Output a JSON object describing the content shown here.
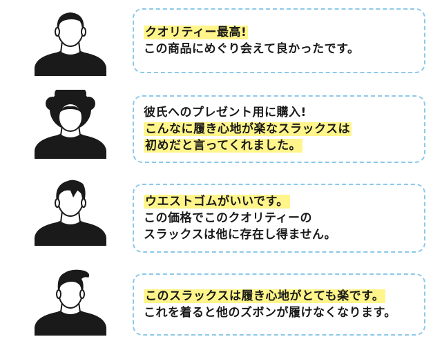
{
  "reviews": [
    {
      "lines": [
        {
          "text": "クオリティー最高!",
          "highlight": true
        },
        {
          "text": "この商品にめぐり会えて良かったです。",
          "highlight": false
        }
      ]
    },
    {
      "lines": [
        {
          "text": "彼氏へのプレゼント用に購入!",
          "highlight": false
        },
        {
          "text": "こんなに履き心地が楽なスラックスは",
          "highlight": true
        },
        {
          "text": "初めだと言ってくれました。",
          "highlight": true
        }
      ]
    },
    {
      "lines": [
        {
          "text": "ウエストゴムがいいです。",
          "highlight": true
        },
        {
          "text": "この価格でこのクオリティーの",
          "highlight": false
        },
        {
          "text": "スラックスは他に存在し得ません。",
          "highlight": false
        }
      ]
    },
    {
      "lines": [
        {
          "text": "このスラックスは履き心地がとても楽です。",
          "highlight": true
        },
        {
          "text": "これを着ると他のズボンが履けなくなります。",
          "highlight": false
        }
      ]
    }
  ],
  "colors": {
    "bubble_border": "#8cc8ea",
    "highlight": "#fff58a",
    "silhouette": "#1a1a1a",
    "text": "#1a1a1a"
  },
  "icons": [
    "short-hair-man-icon",
    "afro-hair-man-icon",
    "spiky-hair-man-icon",
    "pompadour-man-icon"
  ]
}
